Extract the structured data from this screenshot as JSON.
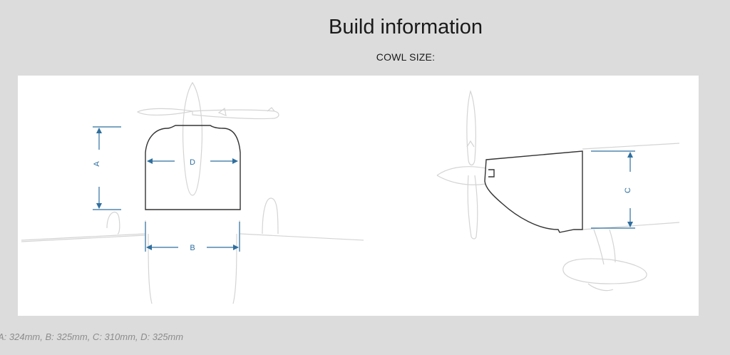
{
  "header": {
    "title": "Build information",
    "subtitle": "COWL SIZE:"
  },
  "diagram": {
    "front_view": {
      "labels": {
        "a": "A",
        "b": "B",
        "d": "D"
      }
    },
    "side_view": {
      "labels": {
        "c": "C"
      }
    }
  },
  "caption": "A: 324mm, B: 325mm, C: 310mm, D: 325mm",
  "colors": {
    "background": "#dcdcdc",
    "panel": "#ffffff",
    "outline_faint": "#d4d4d4",
    "cowl_outline": "#333333",
    "dimension": "#2f6f9f",
    "caption_text": "#8c8c8c"
  }
}
